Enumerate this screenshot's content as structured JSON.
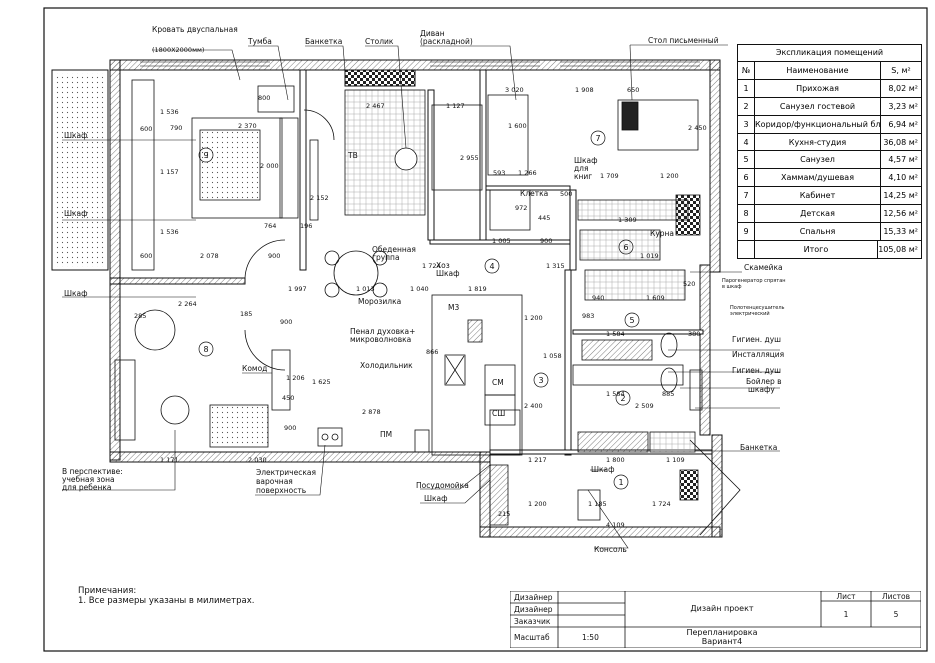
{
  "labels": {
    "bed": "Кровать двуспальная",
    "bed_size": "(1800Х2000мм)",
    "nightstand": "Тумба",
    "bench_top": "Банкетка",
    "coffee_table": "Столик",
    "sofa": "Диван",
    "sofa_sub": "(раскладной)",
    "desk": "Стол письменный",
    "wardrobe": "Шкаф",
    "tv": "ТВ",
    "cage": "Клетка",
    "bookcase": "Шкаф",
    "bookcase_sub": "для",
    "bookcase_sub2": "книг",
    "dining_group": "Обеденная",
    "dining_group2": "группа",
    "storage": "Хоз",
    "storage2": "Шкаф",
    "shower_seat": "Скамейка",
    "steam_gen": "Парогенератор спрятан",
    "steam_gen2": "в шкаф",
    "heated_shelf": "Полотенцесушитель",
    "heated_shelf2": "электрический",
    "hyg_shower1": "Гигиен. душ",
    "installation": "Инсталляция",
    "hyg_shower2": "Гигиен. душ",
    "boiler": "Бойлер в",
    "boiler2": "шкафу",
    "freezer": "Морозилка",
    "oven": "Пенал духовка+",
    "oven2": "микроволновка",
    "fridge": "Холодильник",
    "dresser": "Комод",
    "perspective": "В перспективе:",
    "perspective2": "учебная зона",
    "perspective3": "для ребенка",
    "hob": "Электрическая",
    "hob2": "варочная",
    "hob3": "поверхность",
    "dishwasher": "Посудомойка",
    "cabinet": "Шкаф",
    "bench_hall": "Банкетка",
    "console": "Консоль",
    "hall_wardrobe": "Шкаф",
    "pmm": "ПМ",
    "m3": "М3",
    "sm": "СМ",
    "sh": "СШ",
    "curtain": "Курна"
  },
  "rooms": [
    "1",
    "2",
    "3",
    "4",
    "5",
    "6",
    "7",
    "8",
    "9"
  ],
  "dims": [
    "2 370",
    "2 000",
    "790",
    "1 536",
    "1 157",
    "1 536",
    "600",
    "600",
    "2 078",
    "800",
    "2 467",
    "1 127",
    "2 955",
    "1 600",
    "3 020",
    "1 908",
    "650",
    "2 450",
    "593",
    "1 266",
    "1 709",
    "1 200",
    "972",
    "1 005",
    "900",
    "445",
    "500",
    "1 309",
    "1 315",
    "1 724",
    "1 019",
    "940",
    "1 609",
    "520",
    "1 997",
    "2 264",
    "1 013",
    "1 040",
    "1 819",
    "983",
    "1 584",
    "380",
    "285",
    "185",
    "1 625",
    "866",
    "1 200",
    "1 058",
    "2 400",
    "1 584",
    "885",
    "2 509",
    "1 206",
    "450",
    "900",
    "2 878",
    "1 171",
    "2 030",
    "1 217",
    "1 800",
    "1 109",
    "1 185",
    "1 724",
    "4 109",
    "1 200",
    "215",
    "2 152",
    "764",
    "196",
    "900",
    "900"
  ],
  "explication": {
    "title": "Экспликация помещений",
    "col_num": "№",
    "col_name": "Наименование",
    "col_area": "S, м²",
    "rows": [
      {
        "n": "1",
        "name": "Прихожая",
        "area": "8,02 м²"
      },
      {
        "n": "2",
        "name": "Санузел гостевой",
        "area": "3,23 м²"
      },
      {
        "n": "3",
        "name": "Коридор/функциональный блок",
        "area": "6,94 м²"
      },
      {
        "n": "4",
        "name": "Кухня-студия",
        "area": "36,08 м²"
      },
      {
        "n": "5",
        "name": "Санузел",
        "area": "4,57 м²"
      },
      {
        "n": "6",
        "name": "Хаммам/душевая",
        "area": "4,10 м²"
      },
      {
        "n": "7",
        "name": "Кабинет",
        "area": "14,25 м²"
      },
      {
        "n": "8",
        "name": "Детская",
        "area": "12,56 м²"
      },
      {
        "n": "9",
        "name": "Спальня",
        "area": "15,33 м²"
      },
      {
        "n": "",
        "name": "Итого",
        "area": "105,08 м²"
      }
    ]
  },
  "notes": {
    "title": "Примечания:",
    "line1": "1. Все размеры указаны в милиметрах."
  },
  "stamp": {
    "r1": "Дизайнер",
    "r2": "Дизайнер",
    "r3": "Заказчик",
    "r4": "Масштаб",
    "scale": "1:50",
    "project": "Дизайн проект",
    "sheet_name": "Перепланировка",
    "variant": "Вариант4",
    "sheet_label": "Лист",
    "sheet_num": "1",
    "sheets_label": "Листов",
    "sheets_num": "5"
  }
}
